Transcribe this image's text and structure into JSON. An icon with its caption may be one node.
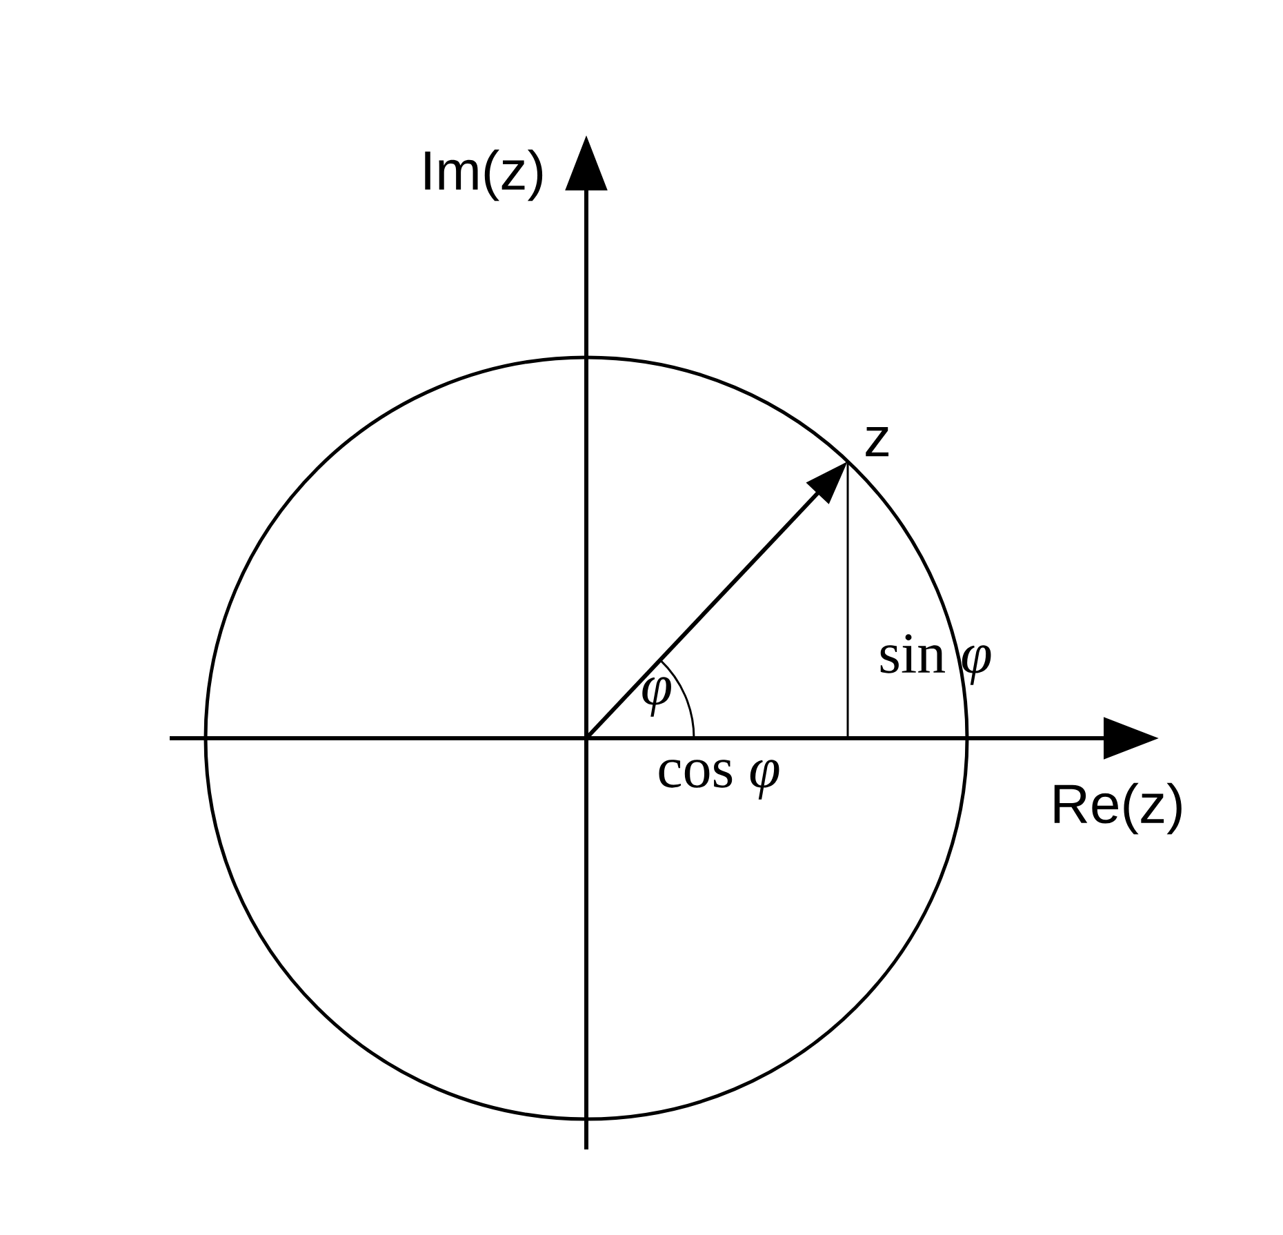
{
  "diagram": {
    "labels": [
      "Im(z)",
      "z",
      "sin *φ*",
      "*φ*",
      "cos *φ*",
      "Re(z)"
    ]
  }
}
